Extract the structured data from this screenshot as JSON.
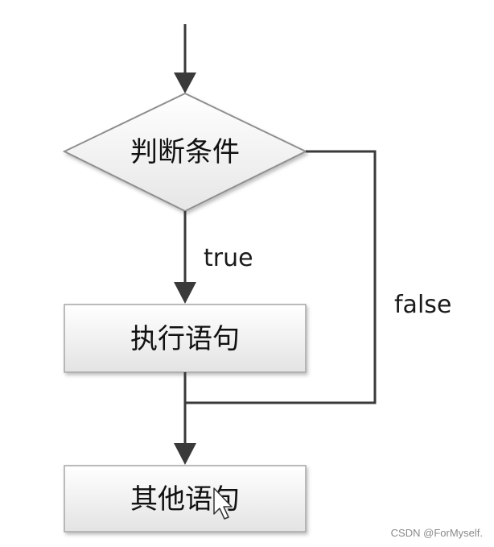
{
  "diagram": {
    "type": "flowchart",
    "nodes": [
      {
        "id": "condition",
        "shape": "diamond",
        "label": "判断条件"
      },
      {
        "id": "execute",
        "shape": "rectangle",
        "label": "执行语句"
      },
      {
        "id": "other",
        "shape": "rectangle",
        "label": "其他语句"
      }
    ],
    "edges": [
      {
        "from": "start",
        "to": "condition",
        "label": ""
      },
      {
        "from": "condition",
        "to": "execute",
        "label": "true"
      },
      {
        "from": "condition",
        "to": "other",
        "label": "false"
      },
      {
        "from": "execute",
        "to": "other",
        "label": ""
      }
    ]
  },
  "watermark": "CSDN @ForMyself."
}
